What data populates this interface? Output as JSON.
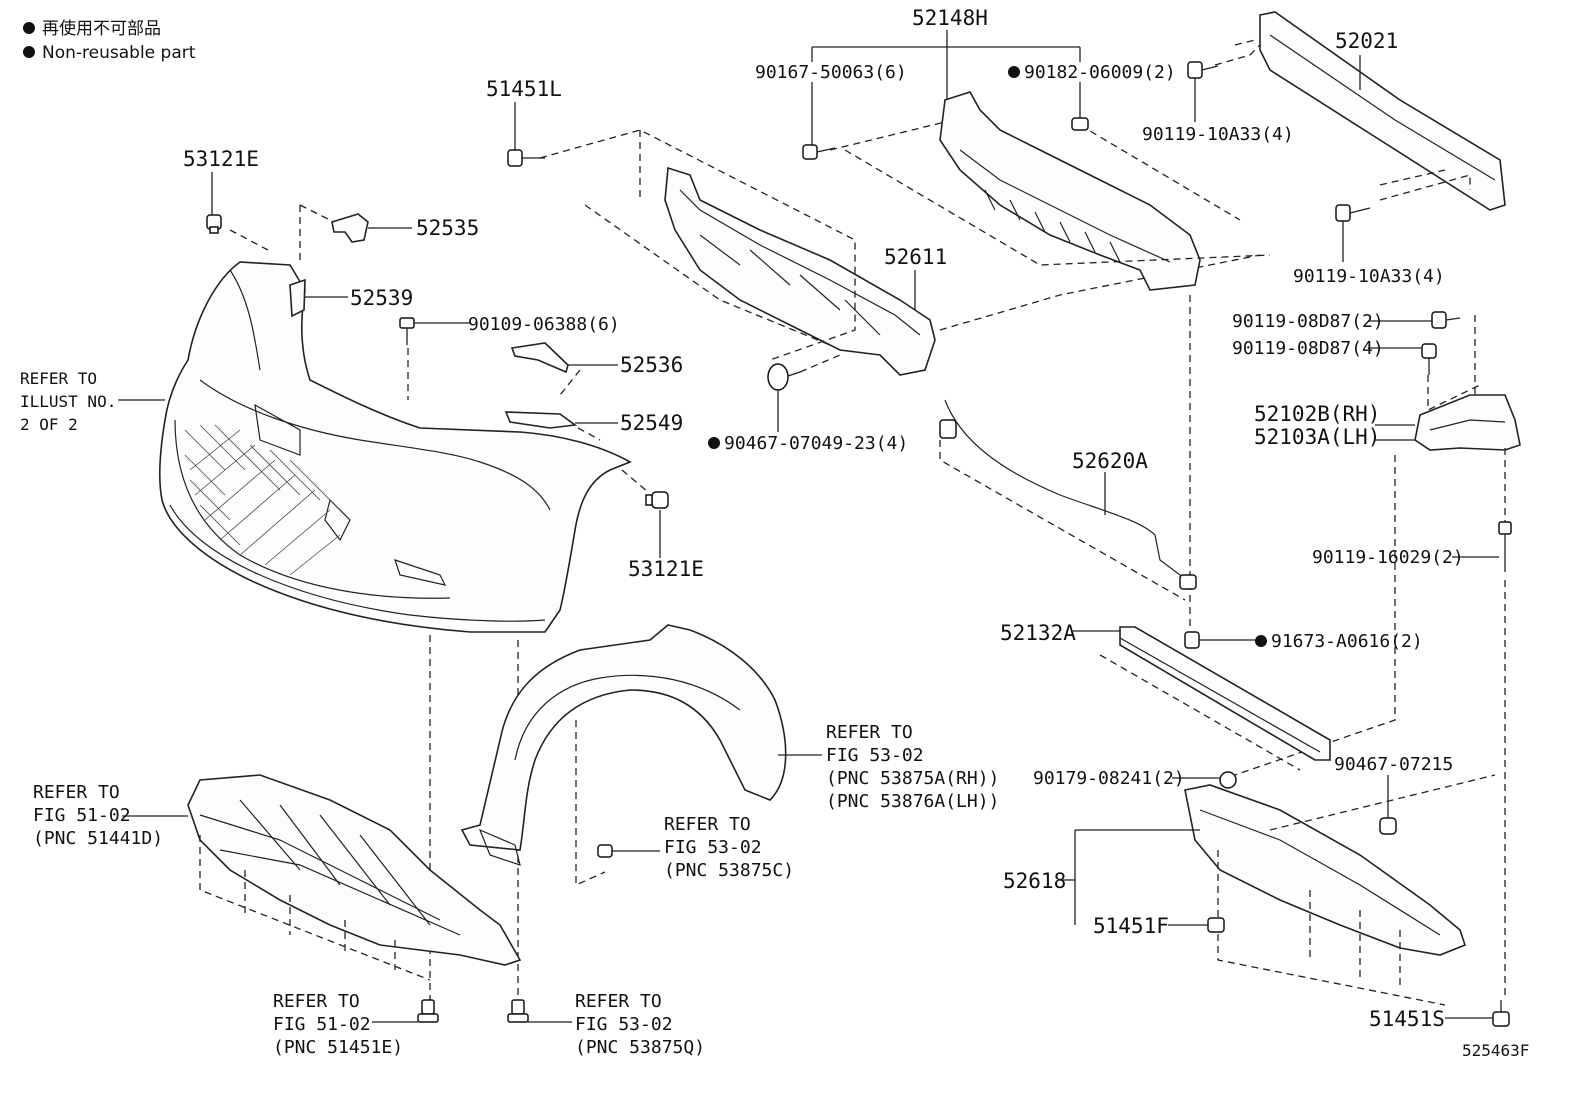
{
  "legend": {
    "japanese": "再使用不可部品",
    "english": "Non-reusable part"
  },
  "drawing_number": "525463F",
  "refer_notes": {
    "illust": {
      "l1": "REFER TO",
      "l2": "ILLUST NO.",
      "l3": "2 OF 2"
    },
    "fig_51441d": {
      "l1": "REFER TO",
      "l2": "FIG 51-02",
      "l3": "(PNC 51441D)"
    },
    "fig_53875a": {
      "l1": "REFER TO",
      "l2": "FIG 53-02",
      "l3": "(PNC 53875A(RH))",
      "l4": "(PNC 53876A(LH))"
    },
    "fig_53875c": {
      "l1": "REFER TO",
      "l2": "FIG 53-02",
      "l3": "(PNC 53875C)"
    },
    "fig_51451e": {
      "l1": "REFER TO",
      "l2": "FIG 51-02",
      "l3": "(PNC 51451E)"
    },
    "fig_53875q": {
      "l1": "REFER TO",
      "l2": "FIG 53-02",
      "l3": "(PNC 53875Q)"
    }
  },
  "parts": {
    "p53121e_top": "53121E",
    "p53121e_side": "53121E",
    "p52535": "52535",
    "p52539": "52539",
    "p90109": "90109-06388(6)",
    "p52536": "52536",
    "p52549": "52549",
    "p51451l": "51451L",
    "p52611": "52611",
    "p90467_07049": "90467-07049-23(4)",
    "p52148h": "52148H",
    "p90167": "90167-50063(6)",
    "p90182": "90182-06009(2)",
    "p52021": "52021",
    "p90119_10a33_a": "90119-10A33(4)",
    "p90119_10a33_b": "90119-10A33(4)",
    "p90119_08d87_2": "90119-08D87(2)",
    "p90119_08d87_4": "90119-08D87(4)",
    "p52102b": "52102B(RH)",
    "p52103a": "52103A(LH)",
    "p90119_16029": "90119-16029(2)",
    "p52620a": "52620A",
    "p52132a": "52132A",
    "p91673": "91673-A0616(2)",
    "p90179": "90179-08241(2)",
    "p90467_07215": "90467-07215",
    "p52618": "52618",
    "p51451f": "51451F",
    "p51451s": "51451S"
  }
}
